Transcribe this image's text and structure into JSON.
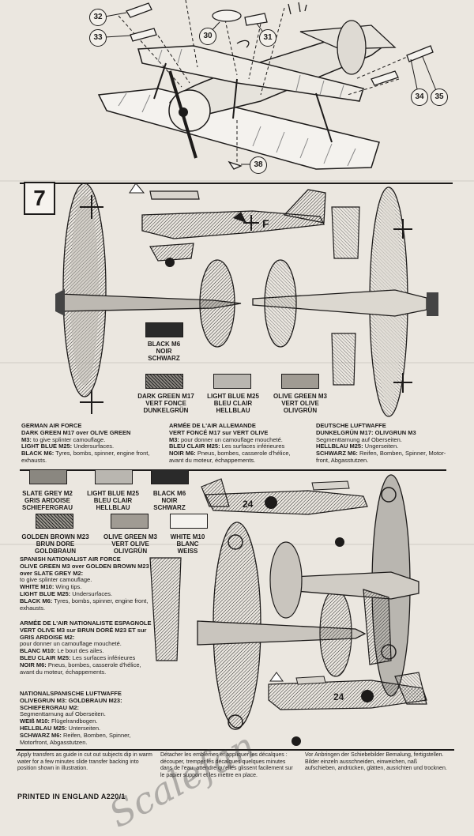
{
  "callouts": [
    "32",
    "33",
    "30",
    "31",
    "34",
    "35",
    "38"
  ],
  "step_number": "7",
  "colors": {
    "black": "#2a2a2a",
    "dark_green": "#6d6a63",
    "light_blue": "#b9b6b0",
    "olive_green": "#a09b93",
    "slate_grey": "#8a8780",
    "golden_brown": "#7e7a72",
    "white": "#f4f2ee"
  },
  "swatches_top": [
    {
      "lines": [
        "BLACK M6",
        "NOIR",
        "SCHWARZ"
      ]
    },
    {
      "lines": [
        "DARK GREEN M17",
        "VERT FONCE",
        "DUNKELGRÜN"
      ]
    },
    {
      "lines": [
        "LIGHT BLUE M25",
        "BLEU CLAIR",
        "HELLBLAU"
      ]
    },
    {
      "lines": [
        "OLIVE GREEN M3",
        "VERT OLIVE",
        "OLIVGRÜN"
      ]
    }
  ],
  "swatches_mid": [
    {
      "lines": [
        "SLATE GREY M2",
        "GRIS ARDOISE",
        "SCHIEFERGRAU"
      ]
    },
    {
      "lines": [
        "LIGHT BLUE M25",
        "BLEU CLAIR",
        "HELLBLAU"
      ]
    },
    {
      "lines": [
        "BLACK M6",
        "NOIR",
        "SCHWARZ"
      ]
    },
    {
      "lines": [
        "GOLDEN BROWN M23",
        "BRUN DORE",
        "GOLDBRAUN"
      ]
    },
    {
      "lines": [
        "OLIVE GREEN M3",
        "VERT OLIVE",
        "OLIVGRÜN"
      ]
    },
    {
      "lines": [
        "WHITE M10",
        "BLANC",
        "WEISS"
      ]
    }
  ],
  "german_en": {
    "heading": "GERMAN AIR FORCE",
    "sub": "DARK GREEN M17 over OLIVE GREEN",
    "b1": "M3:",
    "t1": " to give splinter camouflage.",
    "b2": "LIGHT BLUE M25:",
    "t2": " Undersurfaces.",
    "b3": "BLACK M6:",
    "t3": " Tyres, bombs, spinner, engine front, exhausts."
  },
  "german_fr": {
    "heading": "ARMÉE DE L'AIR ALLEMANDE",
    "sub": "VERT FONCÉ M17 sur VERT OLIVE",
    "b1": "M3:",
    "t1": " pour donner un camouflage moucheté.",
    "b2": "BLEU CLAIR M25:",
    "t2": " Les surfaces inférieures",
    "b3": "NOIR M6:",
    "t3": " Pneus, bombes, casserole d'hélice, avant du moteur, échappements."
  },
  "german_de": {
    "heading": "DEUTSCHE LUFTWAFFE",
    "sub": "DUNKELGRÜN M17: OLIVGRUN M3",
    "t1": "Segmenttarnung auf Oberseiten.",
    "b2": "HELLBLAU M25:",
    "t2": " Ungerseiten.",
    "b3": "SCHWARZ M6:",
    "t3": " Reifen, Bomben, Spinner, Motor-front, Abgasstutzen."
  },
  "spanish_en": {
    "heading": "SPANISH NATIONALIST AIR FORCE",
    "sub": "OLIVE GREEN M3 over GOLDEN BROWN M23 over SLATE GREY M2:",
    "t0": "to give splinter camouflage.",
    "b1": "WHITE M10:",
    "t1": " Wing tips.",
    "b2": "LIGHT BLUE M25:",
    "t2": " Undersurfaces.",
    "b3": "BLACK M6:",
    "t3": " Tyres, bombs, spinner, engine front, exhausts."
  },
  "spanish_fr": {
    "heading": "ARMÉE DE L'AIR NATIONALISTE ESPAGNOLE",
    "sub": "VERT OLIVE M3 sur BRUN DORÉ M23 ET sur GRIS ARDOISE M2:",
    "t0": " pour donner un camouflage moucheté.",
    "b1": "BLANC M10:",
    "t1": " Le bout des ailes.",
    "b2": "BLEU CLAIR M25:",
    "t2": " Les surfaces inférieures",
    "b3": "NOIR M6:",
    "t3": " Pneus, bombes, casserole d'hélice, avant du moteur, échappements."
  },
  "spanish_de": {
    "heading": "NATIONALSPANISCHE LUFTWAFFE",
    "sub": "OLIVEGRUN M3: GOLDBRAUN M23: SCHIEFERGRAU M2:",
    "t0": " Segmenttarnung auf Oberseiten.",
    "b1": "WEIß M10:",
    "t1": " Flügelrandbogen.",
    "b2": "HELLBLAU M25:",
    "t2": " Unterseiten.",
    "b3": "SCHWARZ M6:",
    "t3": " Reifen, Bomben, Spinner, Motorfront, Abgasstutzen."
  },
  "footer": {
    "en": "Apply transfers as guide in cut out subjects dip in warm water for a few minutes slide transfer backing into position shown in illustration.",
    "fr": "Détacher les emblèmes et appliquer les décalques : découper, tremper les décalques quelques minutes dans de l'eau, attendre qu'elles glissent facilement sur le papier support et les mettre en place.",
    "de": "Vor Anbringen der Schiebebilder Bemalung, fertigstellen. Bilder einzeln ausschneiden, einweichen, naß aufschieben, andrücken, glätten, ausrichten und trocknen."
  },
  "aircraft_codes": {
    "german_fuselage": "F",
    "spanish_fuselage_a": "24",
    "spanish_fuselage_b": "24"
  },
  "printed": "PRINTED IN ENGLAND  A220/1",
  "watermark": "Scalefan"
}
